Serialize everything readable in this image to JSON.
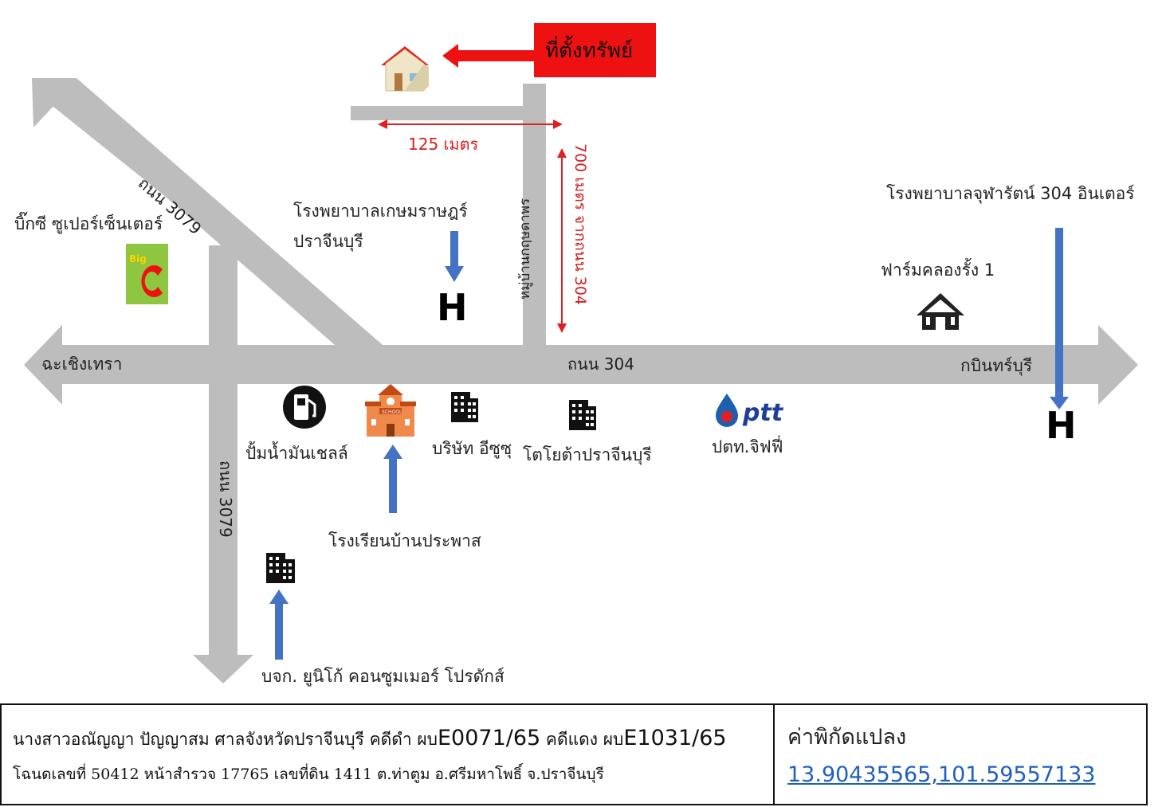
{
  "property": {
    "label": "ที่ตั้งทรัพย์"
  },
  "distances": {
    "horizontal": "125 เมตร",
    "vertical": "700 เมตร จากถนน 304"
  },
  "roads": {
    "road_3079_diag": "ถนน 3079",
    "road_3079_south": "ถนน 3079",
    "road_304": "ถนน 304",
    "village_road": "หมู่บ้านกฤษดาพร"
  },
  "directions": {
    "west": "ฉะเชิงเทรา",
    "east": "กบินทร์บุรี"
  },
  "landmarks": {
    "bigc": {
      "label": "บิ๊กซี ซูเปอร์เซ็นเตอร์",
      "logo_text": "Big C"
    },
    "hospital1": {
      "line1": "โรงพยาบาลเกษมราษฎร์",
      "line2": "ปราจีนบุรี",
      "marker": "H"
    },
    "hospital2": {
      "label": "โรงพยาบาลจุฬารัตน์ 304 อินเตอร์",
      "marker": "H"
    },
    "farm": {
      "label": "ฟาร์มคลองรั้ง 1"
    },
    "shell": {
      "label": "ปั้มน้ำมันเชลล์"
    },
    "school": {
      "label": "โรงเรียนบ้านประพาส",
      "sign": "SCHOOL"
    },
    "isuzu": {
      "label": "บริษัท อีซูซุ"
    },
    "toyota": {
      "label": "โตโยต้าปราจีนบุรี"
    },
    "ptt": {
      "label": "ปตท.จิฟฟี่",
      "logo_text": "ptt"
    },
    "unico": {
      "label": "บจก. ยูนิโก้ คอนซูมเมอร์ โปรดักส์"
    }
  },
  "info": {
    "line1_prefix": "นางสาวอณัญญา ปัญญาสม  ศาลจังหวัดปราจีนบุรี คดีดำ ผบ",
    "black_case": "E0071/65",
    "line1_mid": " คดีแดง ผบ",
    "red_case": "E1031/65",
    "line2": "โฉนดเลขที่ 50412  หน้าสำรวจ 17765  เลขที่ดิน 1411 ต.ท่าตูม อ.ศรีมหาโพธิ์ จ.ปราจีนบุรี",
    "coord_title": "ค่าพิกัดแปลง",
    "coord_value": "13.90435565,101.59557133"
  },
  "colors": {
    "road": "#bdbdbd",
    "red_accent": "#ee1111",
    "blue_arrow": "#4472c4",
    "link": "#1f5fbf"
  }
}
